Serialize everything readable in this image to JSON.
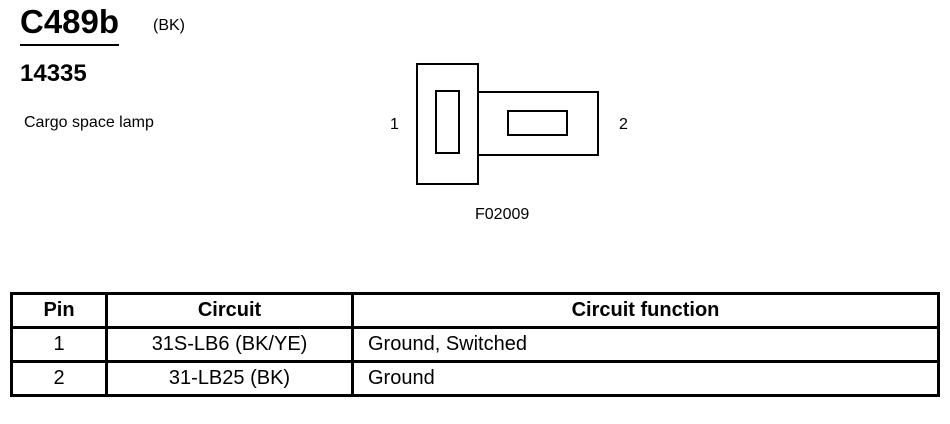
{
  "header": {
    "connector_id": "C489b",
    "color_code": "(BK)",
    "part_number": "14335",
    "description": "Cargo space lamp"
  },
  "diagram": {
    "pin_left_label": "1",
    "pin_right_label": "2",
    "figure_code": "F02009"
  },
  "table": {
    "headers": [
      "Pin",
      "Circuit",
      "Circuit function"
    ],
    "rows": [
      {
        "pin": "1",
        "circuit": "31S-LB6 (BK/YE)",
        "function": "Ground, Switched"
      },
      {
        "pin": "2",
        "circuit": "31-LB25 (BK)",
        "function": "Ground"
      }
    ]
  }
}
